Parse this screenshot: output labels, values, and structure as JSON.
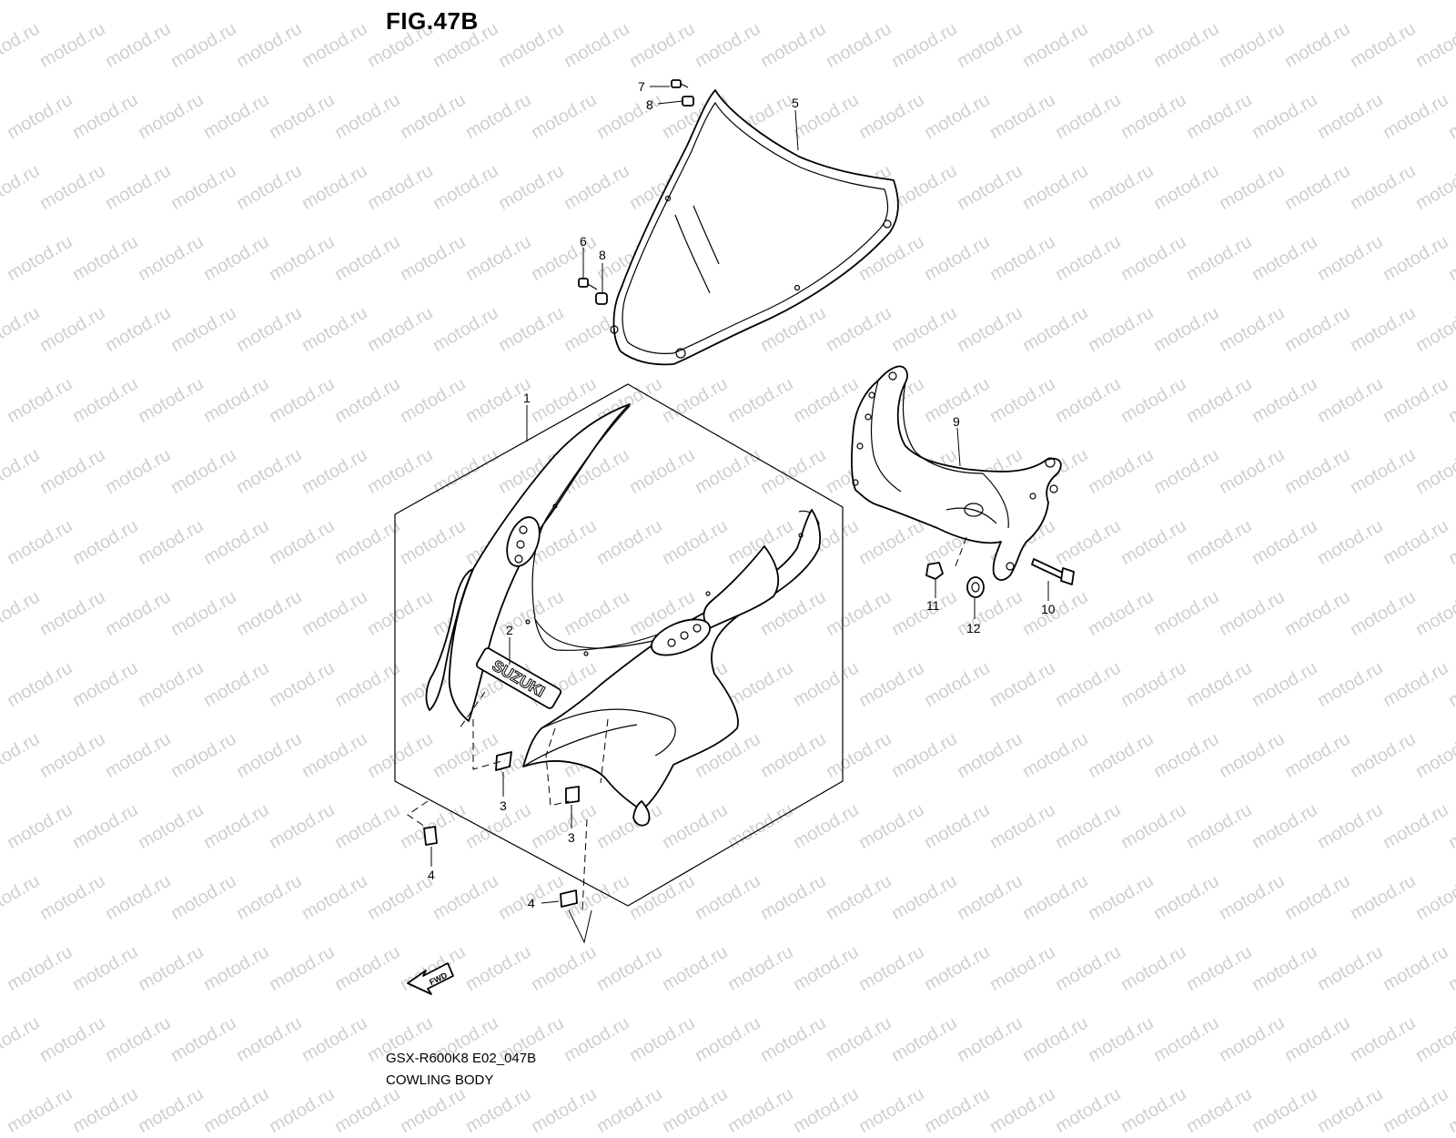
{
  "figure": {
    "title": "FIG.47B",
    "model_code": "GSX-R600K8 E02_047B",
    "description": "COWLING BODY",
    "watermark": "motod.ru",
    "fwd_label": "FWD",
    "logo_text": "SUZUKI"
  },
  "callouts": {
    "c1": "1",
    "c2": "2",
    "c3a": "3",
    "c3b": "3",
    "c4a": "4",
    "c4b": "4",
    "c5": "5",
    "c6": "6",
    "c7": "7",
    "c8a": "8",
    "c8b": "8",
    "c9": "9",
    "c10": "10",
    "c11": "11",
    "c12": "12"
  },
  "colors": {
    "line": "#000000",
    "background": "#ffffff",
    "watermark": "#cfcfcf"
  }
}
